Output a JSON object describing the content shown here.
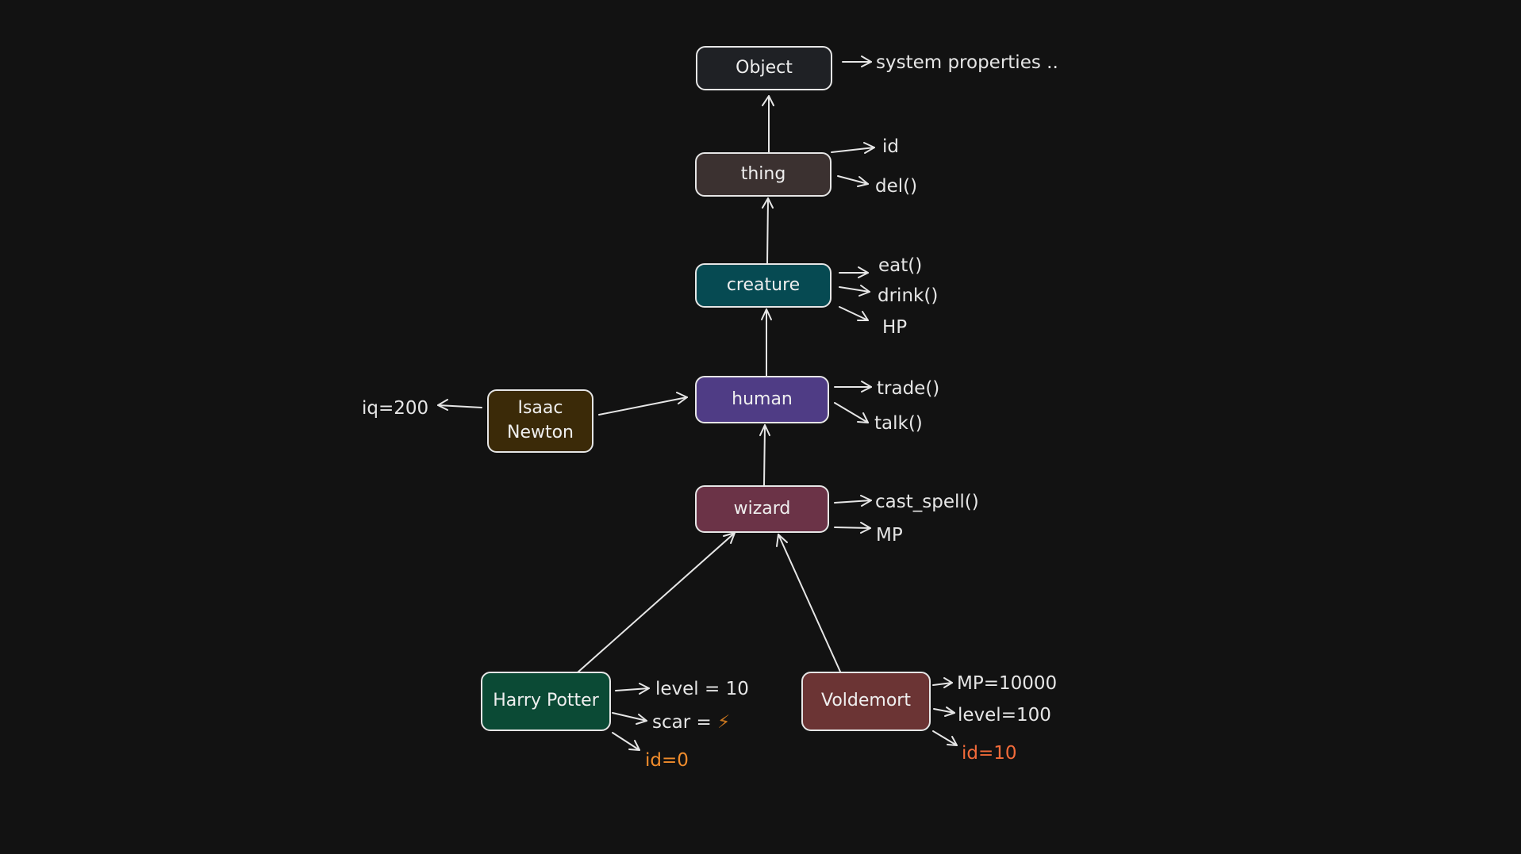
{
  "colors": {
    "background": "#121212",
    "stroke": "#e6e6e6",
    "object": "#1f2125",
    "thing": "#3b3130",
    "creature": "#064a52",
    "human": "#4f3c85",
    "wizard": "#6b3347",
    "isaac": "#3b2a08",
    "harry": "#0b4a35",
    "voldemort": "#6b3434",
    "id_highlight": "#f08c2c",
    "id_highlight_alt": "#f26b3a"
  },
  "nodes": {
    "object": "Object",
    "thing": "thing",
    "creature": "creature",
    "human": "human",
    "wizard": "wizard",
    "isaac_line1": "Isaac",
    "isaac_line2": "Newton",
    "harry": "Harry Potter",
    "voldemort": "Voldemort"
  },
  "properties": {
    "object": [
      "system properties .."
    ],
    "thing": [
      "id",
      "del()"
    ],
    "creature": [
      "eat()",
      "drink()",
      "HP"
    ],
    "human": [
      "trade()",
      "talk()"
    ],
    "wizard": [
      "cast_spell()",
      "MP"
    ],
    "isaac": [
      "iq=200"
    ],
    "harry": [
      "level = 10",
      "scar =",
      "id=0"
    ],
    "harry_scar_icon": "lightning-bolt-icon",
    "harry_scar_glyph": "⚡",
    "voldemort": [
      "MP=10000",
      "level=100",
      "id=10"
    ]
  }
}
